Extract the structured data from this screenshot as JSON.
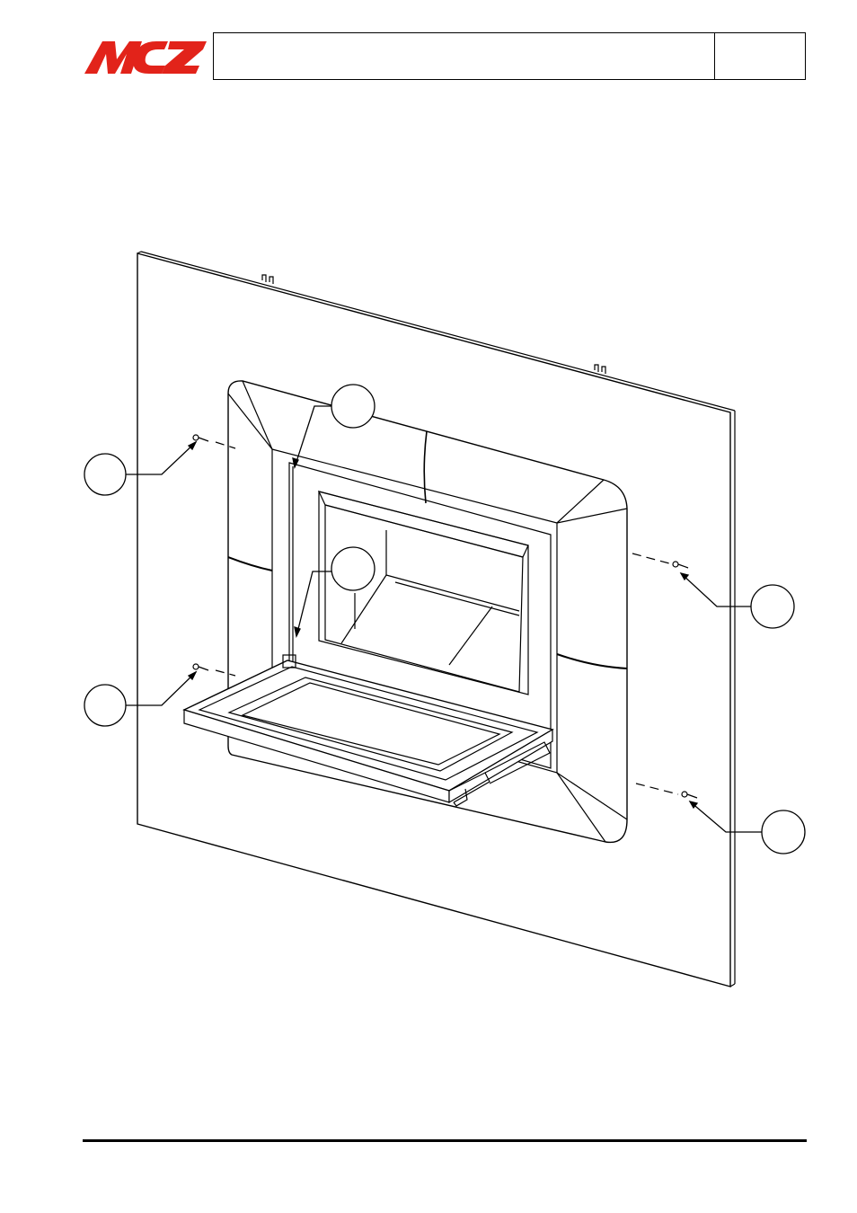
{
  "brand": {
    "logo_text": "MCZ",
    "logo_color": "#e2231a"
  },
  "header": {
    "title": "",
    "page_number": ""
  },
  "callouts": [
    {
      "id": "left-top",
      "label": ""
    },
    {
      "id": "left-bottom",
      "label": ""
    },
    {
      "id": "top-center",
      "label": ""
    },
    {
      "id": "middle-center",
      "label": ""
    },
    {
      "id": "right-top",
      "label": ""
    },
    {
      "id": "right-bottom",
      "label": ""
    }
  ]
}
